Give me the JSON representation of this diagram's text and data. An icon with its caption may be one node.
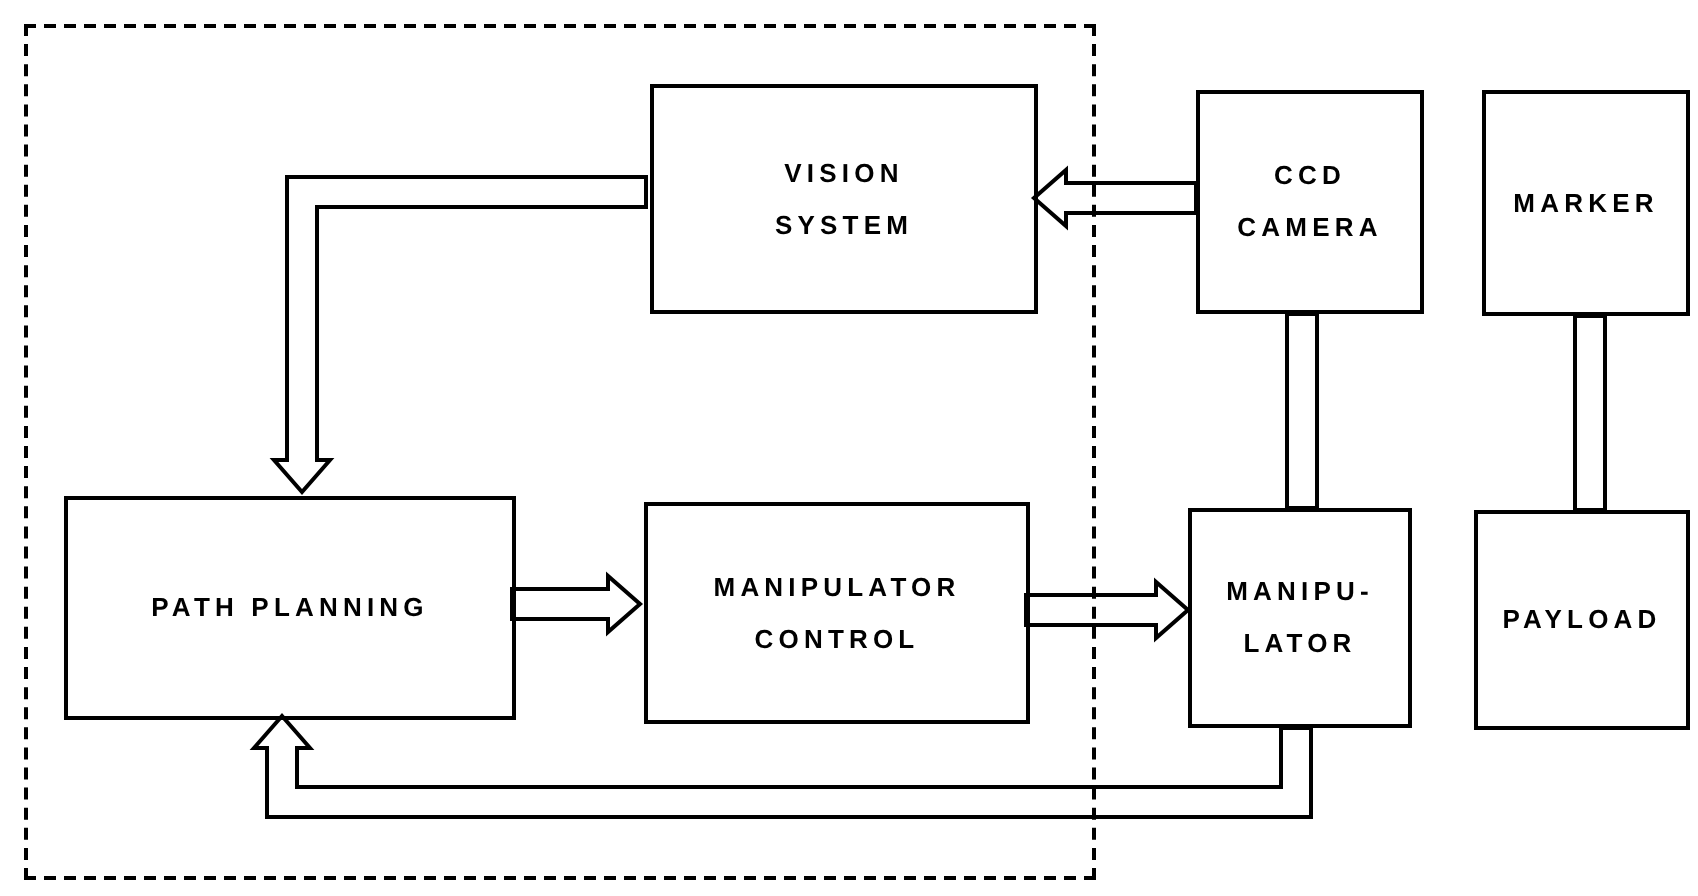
{
  "diagram": {
    "nodes": [
      {
        "text": [],
        "shape": "box"
      },
      {
        "text": [
          "VISION SYSTEM"
        ],
        "in": 0
      },
      {
        "text": [
          "CCD CAMERA"
        ]
      },
      {
        "text": [
          "MARKER"
        ]
      },
      {
        "text": [
          "PATH PLANNING"
        ],
        "in": 0
      },
      {
        "text": [
          "MANIPULATOR CONTROL"
        ],
        "in": 0
      },
      {
        "text": [
          "MANIPU- LATOR"
        ]
      },
      {
        "text": [
          "PAYLOAD"
        ]
      }
    ],
    "edges": [
      {
        "from": 2,
        "to": 1,
        "arrow": "to"
      },
      {
        "from": 1,
        "to": 4,
        "arrow": "to"
      },
      {
        "from": 4,
        "to": 5,
        "arrow": "to"
      },
      {
        "from": 5,
        "to": 6,
        "arrow": "to"
      },
      {
        "from": 2,
        "to": 6,
        "arrow": "none"
      },
      {
        "from": 3,
        "to": 7,
        "arrow": "none"
      },
      {
        "from": 6,
        "to": 4,
        "arrow": "to"
      }
    ]
  }
}
